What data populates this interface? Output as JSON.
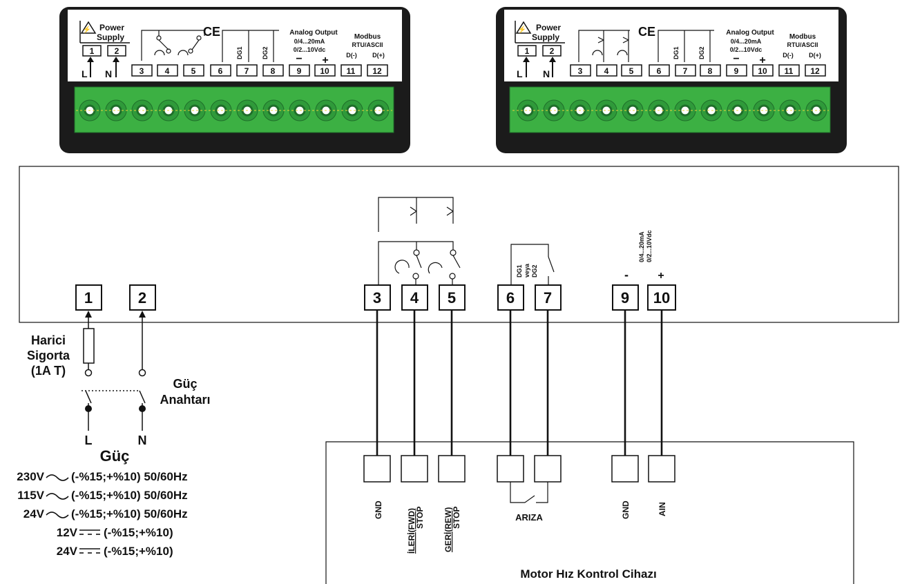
{
  "devices": [
    {
      "power_label": "Power",
      "supply_label": "Supply",
      "ce_mark": "CE",
      "analog_title": "Analog Output",
      "analog_current": "0/4...20mA",
      "analog_voltage": "0/2...10Vdc",
      "modbus_title": "Modbus",
      "modbus_subtitle": "RTU/ASCII",
      "d_minus": "D(-)",
      "d_plus": "D(+)",
      "phase": "L",
      "neutral": "N",
      "dg1": "DG1",
      "dg2": "DG2",
      "minus": "−",
      "plus": "+",
      "terminals": [
        "1",
        "2",
        "3",
        "4",
        "5",
        "6",
        "7",
        "8",
        "9",
        "10",
        "11",
        "12"
      ]
    },
    {
      "power_label": "Power",
      "supply_label": "Supply",
      "ce_mark": "CE",
      "analog_title": "Analog Output",
      "analog_current": "0/4...20mA",
      "analog_voltage": "0/2...10Vdc",
      "modbus_title": "Modbus",
      "modbus_subtitle": "RTU/ASCII",
      "d_minus": "D(-)",
      "d_plus": "D(+)",
      "phase": "L",
      "neutral": "N",
      "dg1": "DG1",
      "dg2": "DG2",
      "minus": "−",
      "plus": "+",
      "terminals": [
        "1",
        "2",
        "3",
        "4",
        "5",
        "6",
        "7",
        "8",
        "9",
        "10",
        "11",
        "12"
      ]
    }
  ],
  "wiring": {
    "terminals": [
      "1",
      "2",
      "3",
      "4",
      "5",
      "6",
      "7",
      "9",
      "10"
    ],
    "dg_label_1": "DG1",
    "dg_label_2": "veya",
    "dg_label_3": "DG2",
    "analog_label_1": "0/4...20mA",
    "analog_label_2": "0/2...10Vdc",
    "minus": "-",
    "plus": "+"
  },
  "power": {
    "fuse_line_1": "Harici",
    "fuse_line_2": "Sigorta",
    "fuse_line_3": "(1A T)",
    "switch_line_1": "Güç",
    "switch_line_2": "Anahtarı",
    "phase": "L",
    "neutral": "N",
    "title": "Güç",
    "specs": [
      {
        "voltage": "230V",
        "type": "ac",
        "range": "(-%15;+%10) 50/60Hz"
      },
      {
        "voltage": "115V",
        "type": "ac",
        "range": "(-%15;+%10) 50/60Hz"
      },
      {
        "voltage": "24V",
        "type": "ac",
        "range": "(-%15;+%10) 50/60Hz"
      },
      {
        "voltage": "12V",
        "type": "dc",
        "range": "(-%15;+%10)"
      },
      {
        "voltage": "24V",
        "type": "dc",
        "range": "(-%15;+%10)"
      }
    ]
  },
  "motor": {
    "title": "Motor Hız Kontrol Cihazı",
    "gnd": "GND",
    "fwd_1": "İLERİ(FWD)",
    "fwd_2": "STOP",
    "rew_1": "GERİ(REW)",
    "rew_2": "STOP",
    "fault": "ARIZA",
    "gnd2": "GND",
    "ain": "AIN"
  },
  "colors": {
    "housing": "#1b1b1b",
    "terminal_green": "#3cb043",
    "terminal_dark": "#1f6e2a",
    "line": "#111111"
  }
}
